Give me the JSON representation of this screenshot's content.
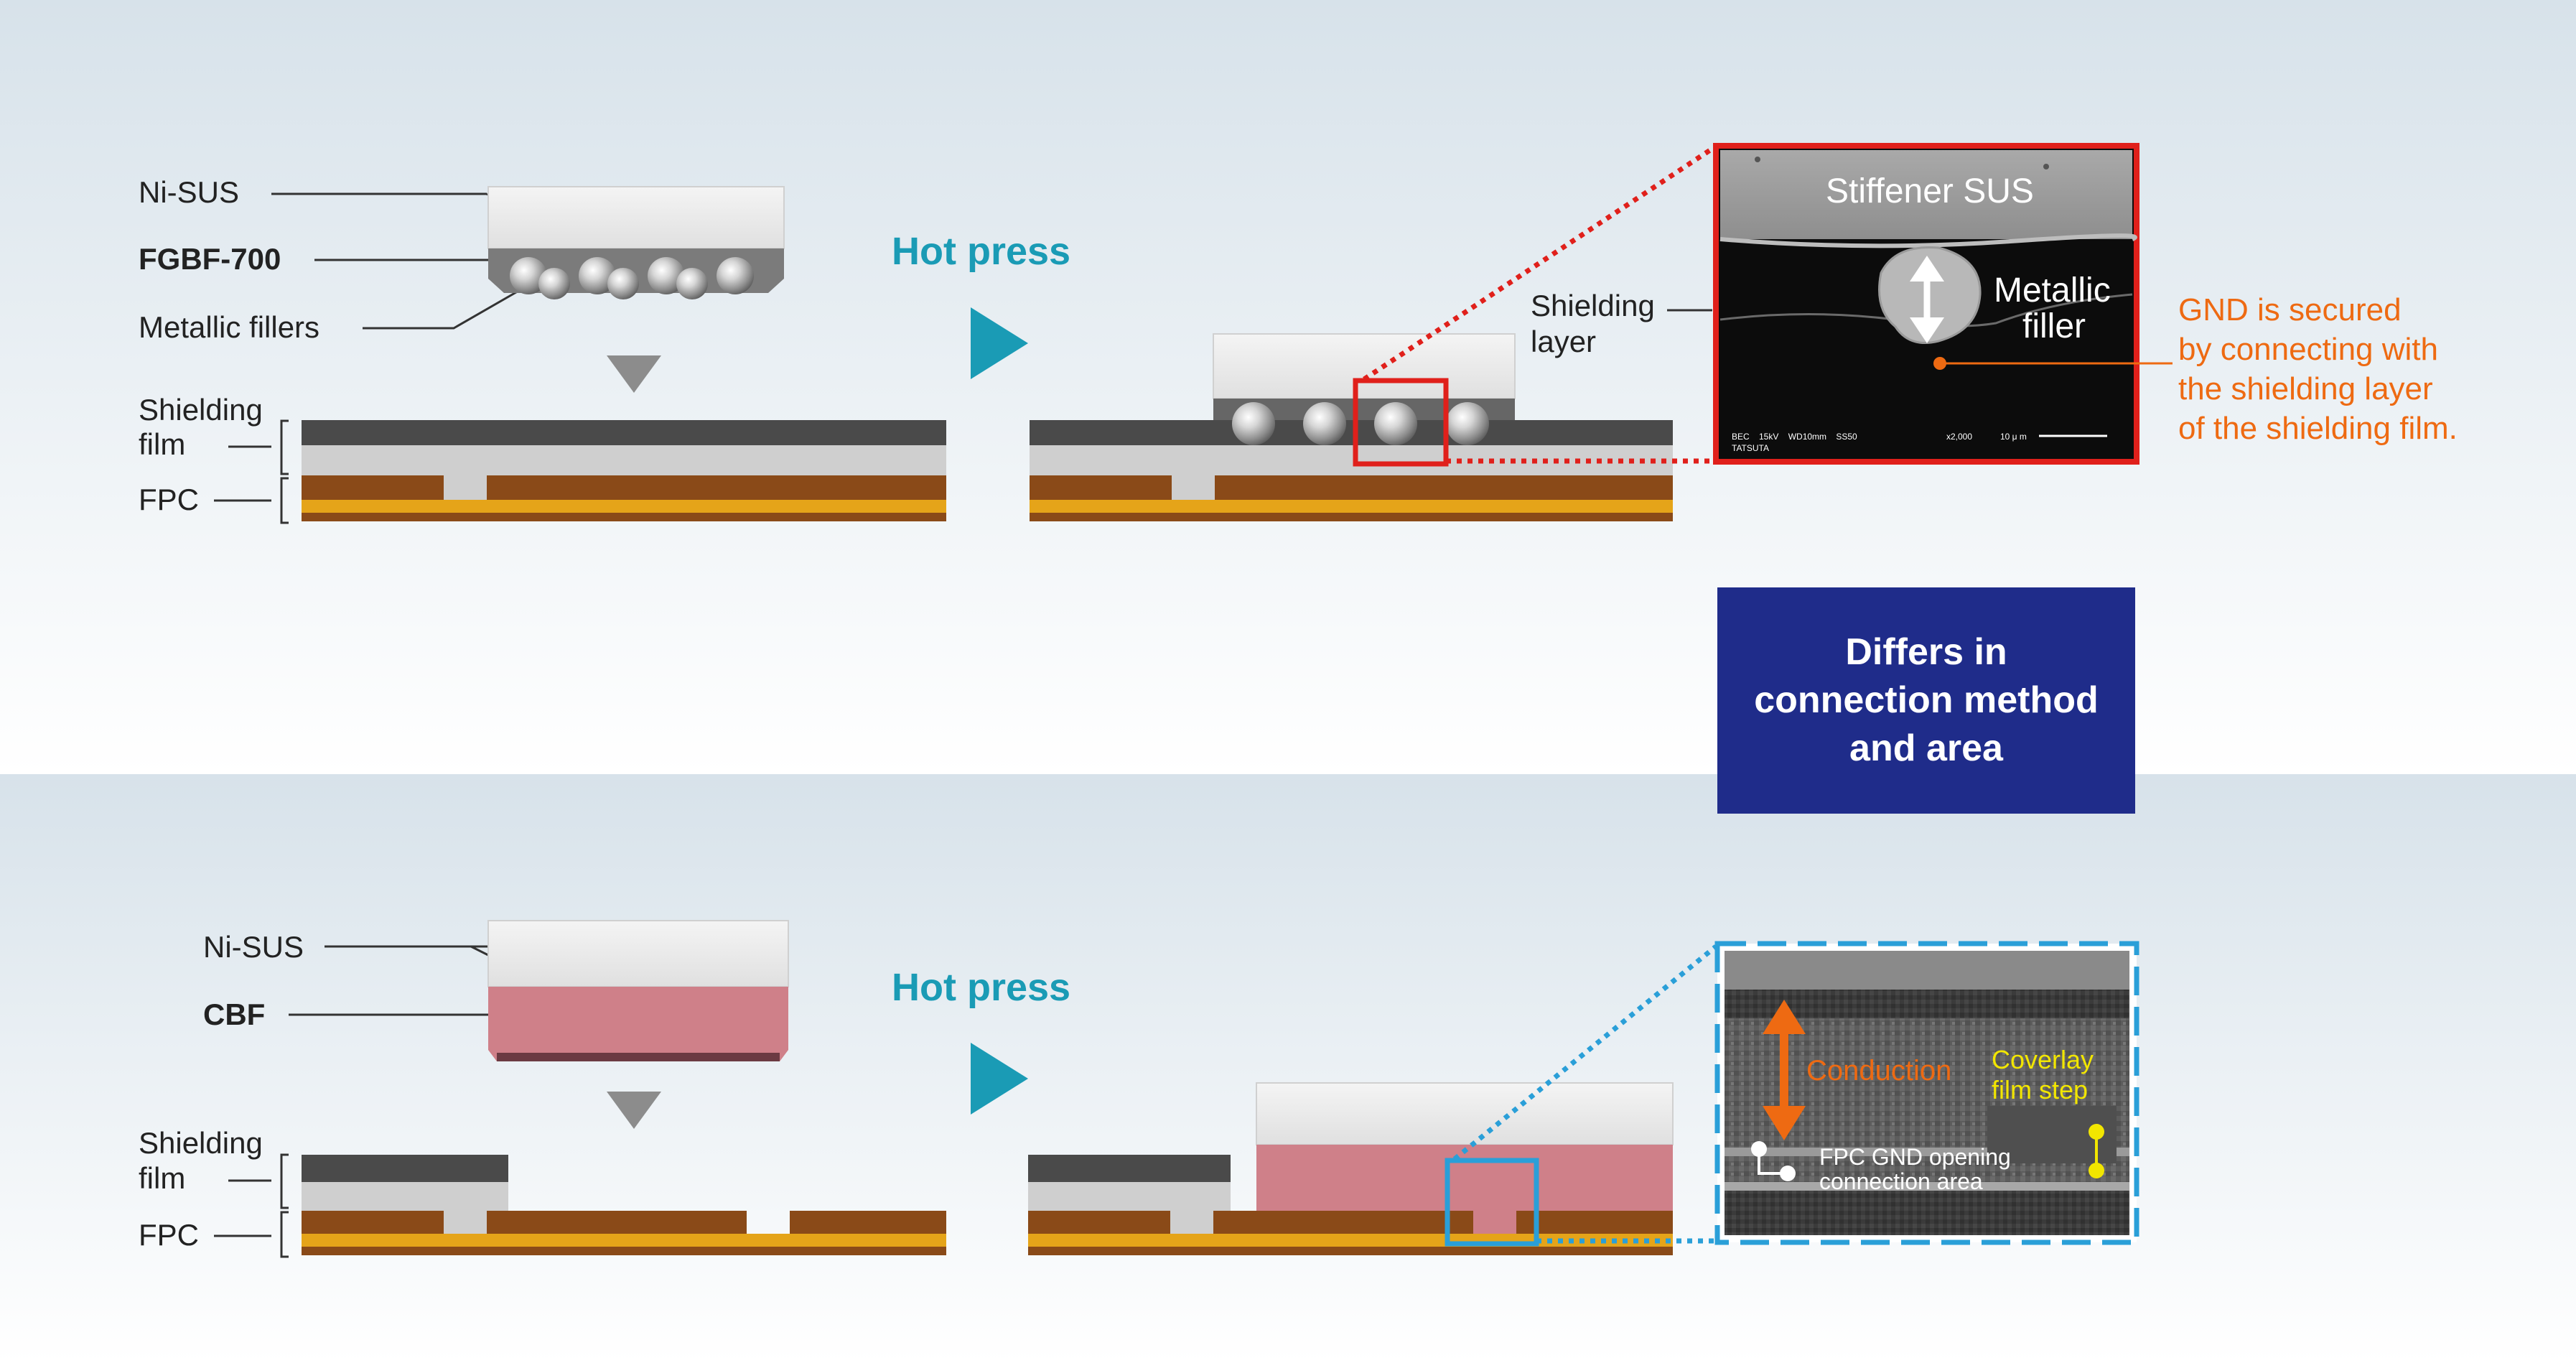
{
  "top_panel": {
    "labels": {
      "ni_sus": "Ni-SUS",
      "product": "FGBF-700",
      "metallic_fillers": "Metallic fillers",
      "shielding_film_line1": "Shielding",
      "shielding_film_line2": "film",
      "fpc": "FPC"
    },
    "hot_press": "Hot press",
    "shielding_layer_line1": "Shielding",
    "shielding_layer_line2": "layer",
    "micrograph": {
      "stiffener": "Stiffener SUS",
      "filler_line1": "Metallic",
      "filler_line2": "filler",
      "caption_left": "BEC    15kV    WD10mm    SS50",
      "caption_left2": "TATSUTA",
      "caption_mag": "x2,000",
      "caption_scale": "10 μ m"
    },
    "note_lines": [
      "GND is secured",
      "by connecting with",
      "the shielding layer",
      "of the shielding film."
    ]
  },
  "center_box": {
    "lines": [
      "Differs in",
      "connection method",
      "and area"
    ]
  },
  "bottom_panel": {
    "labels": {
      "ni_sus": "Ni-SUS",
      "product": "CBF",
      "shielding_film_line1": "Shielding",
      "shielding_film_line2": "film",
      "fpc": "FPC"
    },
    "hot_press": "Hot press",
    "micrograph": {
      "conduction": "Conduction",
      "coverlay_line1": "Coverlay",
      "coverlay_line2": "film step",
      "opening_line1": "FPC GND opening",
      "opening_line2": "connection area"
    }
  },
  "colors": {
    "accent_teal": "#1a9bb5",
    "red_frame": "#e0201b",
    "blue_frame": "#2a9fd8",
    "orange": "#ee6a12",
    "navy_box": "#1f2c8a",
    "yellow": "#f2e600",
    "cbf_pink": "#cf8089",
    "fpc_brown": "#8a4a18",
    "fpc_gold": "#e5a419"
  }
}
